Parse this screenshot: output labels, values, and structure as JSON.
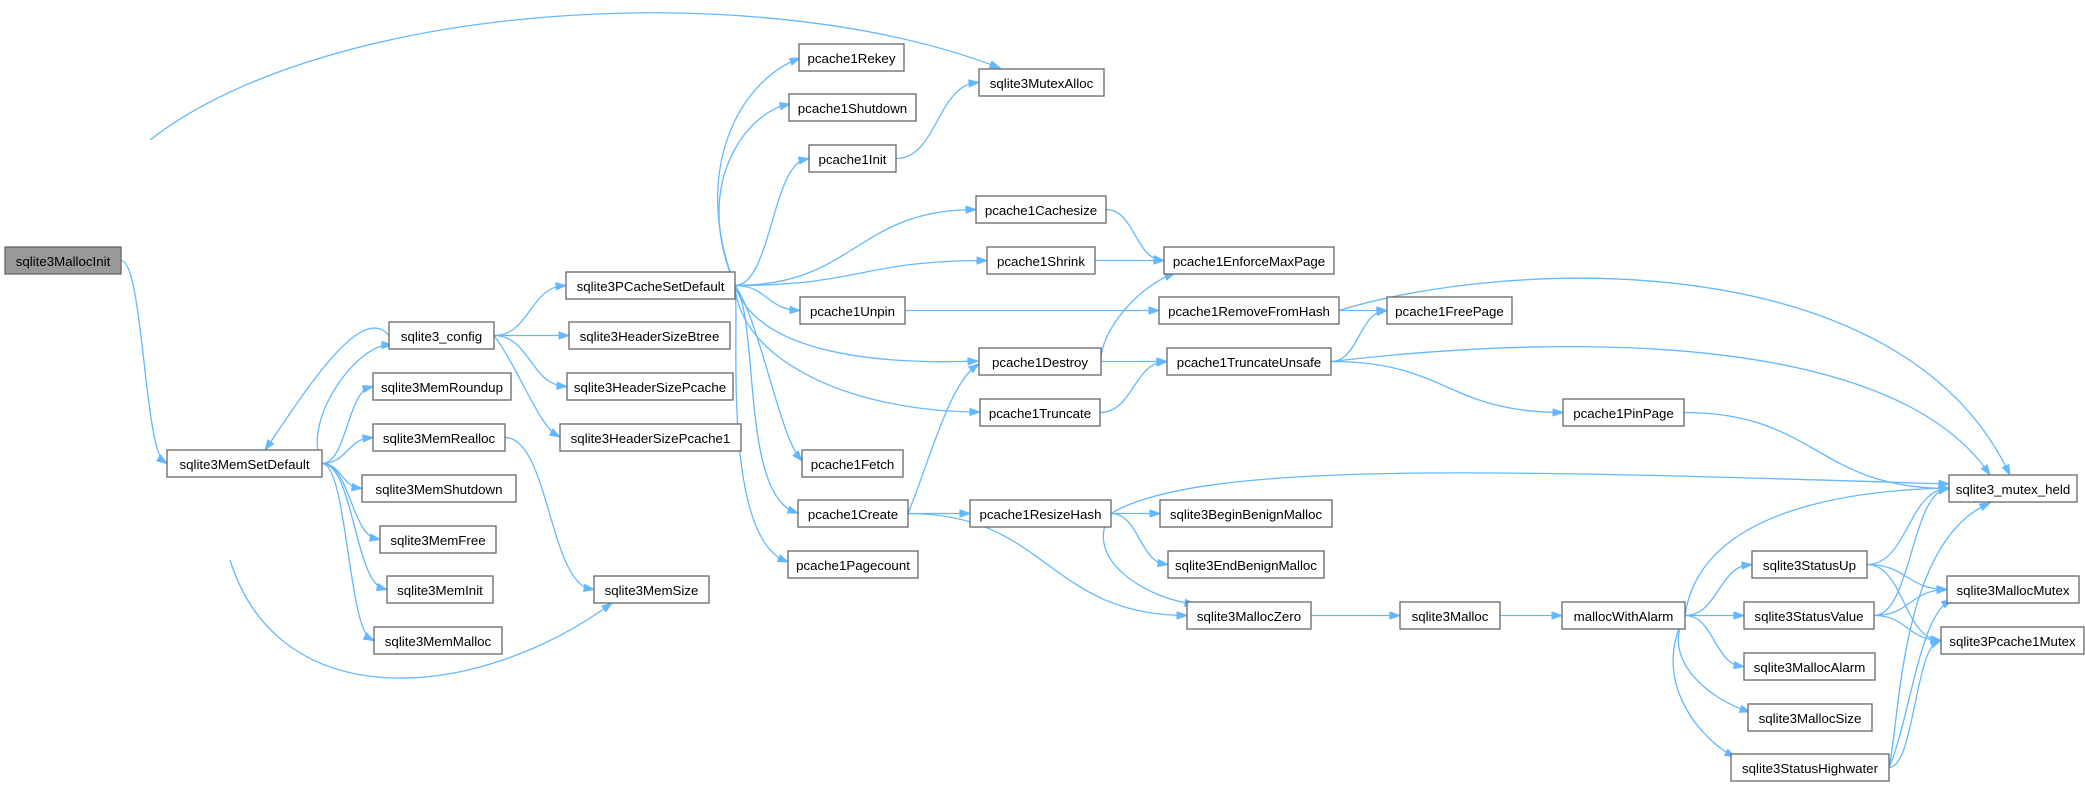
{
  "graph": {
    "root": "sqlite3MallocInit",
    "nodes": [
      "sqlite3MallocInit",
      "sqlite3MemSetDefault",
      "sqlite3_config",
      "sqlite3MemRoundup",
      "sqlite3MemRealloc",
      "sqlite3MemShutdown",
      "sqlite3MemFree",
      "sqlite3MemInit",
      "sqlite3MemMalloc",
      "sqlite3MemSize",
      "sqlite3PCacheSetDefault",
      "sqlite3HeaderSizeBtree",
      "sqlite3HeaderSizePcache",
      "sqlite3HeaderSizePcache1",
      "pcache1Rekey",
      "pcache1Shutdown",
      "pcache1Init",
      "sqlite3MutexAlloc",
      "pcache1Cachesize",
      "pcache1Shrink",
      "pcache1EnforceMaxPage",
      "pcache1Unpin",
      "pcache1RemoveFromHash",
      "pcache1FreePage",
      "pcache1Destroy",
      "pcache1TruncateUnsafe",
      "pcache1Truncate",
      "pcache1PinPage",
      "pcache1Fetch",
      "pcache1Create",
      "pcache1ResizeHash",
      "sqlite3BeginBenignMalloc",
      "sqlite3EndBenignMalloc",
      "pcache1Pagecount",
      "sqlite3MallocZero",
      "sqlite3Malloc",
      "mallocWithAlarm",
      "sqlite3StatusUp",
      "sqlite3StatusValue",
      "sqlite3MallocAlarm",
      "sqlite3MallocSize",
      "sqlite3StatusHighwater",
      "sqlite3_mutex_held",
      "sqlite3MallocMutex",
      "sqlite3Pcache1Mutex"
    ],
    "edges": [
      [
        "sqlite3MallocInit",
        "sqlite3MutexAlloc"
      ],
      [
        "sqlite3MallocInit",
        "sqlite3MemSetDefault"
      ],
      [
        "sqlite3MemSetDefault",
        "sqlite3_config"
      ],
      [
        "sqlite3MemSetDefault",
        "sqlite3MemRoundup"
      ],
      [
        "sqlite3MemSetDefault",
        "sqlite3MemRealloc"
      ],
      [
        "sqlite3MemSetDefault",
        "sqlite3MemShutdown"
      ],
      [
        "sqlite3MemSetDefault",
        "sqlite3MemFree"
      ],
      [
        "sqlite3MemSetDefault",
        "sqlite3MemInit"
      ],
      [
        "sqlite3MemSetDefault",
        "sqlite3MemMalloc"
      ],
      [
        "sqlite3MemSetDefault",
        "sqlite3MemSize"
      ],
      [
        "sqlite3_config",
        "sqlite3MemSetDefault"
      ],
      [
        "sqlite3_config",
        "sqlite3PCacheSetDefault"
      ],
      [
        "sqlite3_config",
        "sqlite3HeaderSizeBtree"
      ],
      [
        "sqlite3_config",
        "sqlite3HeaderSizePcache"
      ],
      [
        "sqlite3_config",
        "sqlite3HeaderSizePcache1"
      ],
      [
        "sqlite3MemRealloc",
        "sqlite3MemSize"
      ],
      [
        "sqlite3PCacheSetDefault",
        "pcache1Rekey"
      ],
      [
        "sqlite3PCacheSetDefault",
        "pcache1Shutdown"
      ],
      [
        "sqlite3PCacheSetDefault",
        "pcache1Init"
      ],
      [
        "sqlite3PCacheSetDefault",
        "pcache1Cachesize"
      ],
      [
        "sqlite3PCacheSetDefault",
        "pcache1Shrink"
      ],
      [
        "sqlite3PCacheSetDefault",
        "pcache1Unpin"
      ],
      [
        "sqlite3PCacheSetDefault",
        "pcache1Destroy"
      ],
      [
        "sqlite3PCacheSetDefault",
        "pcache1Truncate"
      ],
      [
        "sqlite3PCacheSetDefault",
        "pcache1Fetch"
      ],
      [
        "sqlite3PCacheSetDefault",
        "pcache1Create"
      ],
      [
        "sqlite3PCacheSetDefault",
        "pcache1Pagecount"
      ],
      [
        "pcache1Init",
        "sqlite3MutexAlloc"
      ],
      [
        "pcache1Cachesize",
        "pcache1EnforceMaxPage"
      ],
      [
        "pcache1Shrink",
        "pcache1EnforceMaxPage"
      ],
      [
        "pcache1Unpin",
        "pcache1RemoveFromHash"
      ],
      [
        "pcache1RemoveFromHash",
        "pcache1FreePage"
      ],
      [
        "pcache1RemoveFromHash",
        "sqlite3_mutex_held"
      ],
      [
        "pcache1Destroy",
        "pcache1EnforceMaxPage"
      ],
      [
        "pcache1Destroy",
        "pcache1TruncateUnsafe"
      ],
      [
        "pcache1TruncateUnsafe",
        "pcache1FreePage"
      ],
      [
        "pcache1TruncateUnsafe",
        "sqlite3_mutex_held"
      ],
      [
        "pcache1TruncateUnsafe",
        "pcache1PinPage"
      ],
      [
        "pcache1Truncate",
        "pcache1TruncateUnsafe"
      ],
      [
        "pcache1PinPage",
        "sqlite3_mutex_held"
      ],
      [
        "pcache1Create",
        "pcache1Destroy"
      ],
      [
        "pcache1Create",
        "pcache1ResizeHash"
      ],
      [
        "pcache1Create",
        "sqlite3MallocZero"
      ],
      [
        "pcache1ResizeHash",
        "sqlite3BeginBenignMalloc"
      ],
      [
        "pcache1ResizeHash",
        "sqlite3EndBenignMalloc"
      ],
      [
        "pcache1ResizeHash",
        "sqlite3MallocZero"
      ],
      [
        "pcache1ResizeHash",
        "sqlite3_mutex_held"
      ],
      [
        "sqlite3MallocZero",
        "sqlite3Malloc"
      ],
      [
        "sqlite3Malloc",
        "mallocWithAlarm"
      ],
      [
        "mallocWithAlarm",
        "sqlite3_mutex_held"
      ],
      [
        "mallocWithAlarm",
        "sqlite3StatusUp"
      ],
      [
        "mallocWithAlarm",
        "sqlite3StatusValue"
      ],
      [
        "mallocWithAlarm",
        "sqlite3MallocAlarm"
      ],
      [
        "mallocWithAlarm",
        "sqlite3MallocSize"
      ],
      [
        "mallocWithAlarm",
        "sqlite3StatusHighwater"
      ],
      [
        "sqlite3StatusUp",
        "sqlite3_mutex_held"
      ],
      [
        "sqlite3StatusUp",
        "sqlite3MallocMutex"
      ],
      [
        "sqlite3StatusUp",
        "sqlite3Pcache1Mutex"
      ],
      [
        "sqlite3StatusValue",
        "sqlite3_mutex_held"
      ],
      [
        "sqlite3StatusValue",
        "sqlite3MallocMutex"
      ],
      [
        "sqlite3StatusValue",
        "sqlite3Pcache1Mutex"
      ],
      [
        "sqlite3StatusHighwater",
        "sqlite3_mutex_held"
      ],
      [
        "sqlite3StatusHighwater",
        "sqlite3MallocMutex"
      ],
      [
        "sqlite3StatusHighwater",
        "sqlite3Pcache1Mutex"
      ]
    ],
    "colors": {
      "edge": "#63b8ff",
      "node_border": "#666666",
      "node_fill": "#ffffff",
      "root_fill": "#999999"
    }
  }
}
